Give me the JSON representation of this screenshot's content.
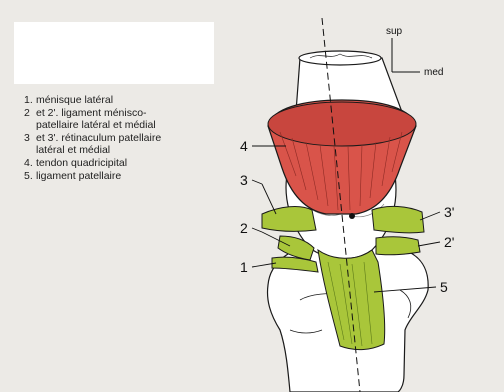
{
  "legend": [
    {
      "num": "1.",
      "text": "ménisque latéral"
    },
    {
      "num": "2",
      "text": "et 2'. ligament ménisco-\npatellaire latéral et médial"
    },
    {
      "num": "3",
      "text": "et 3'. rétinaculum patellaire\nlatéral et médial"
    },
    {
      "num": "4.",
      "text": "tendon quadricipital"
    },
    {
      "num": "5.",
      "text": "ligament patellaire"
    }
  ],
  "orientation": {
    "sup": "sup",
    "med": "med"
  },
  "labels": {
    "l4": "4",
    "l3": "3",
    "l3p": "3'",
    "l2": "2",
    "l2p": "2'",
    "l1": "1",
    "l5": "5"
  },
  "colors": {
    "tendon": "#d9544a",
    "ligament": "#a9c63a",
    "bone": "#ffffff",
    "outline": "#1a1a1a"
  }
}
